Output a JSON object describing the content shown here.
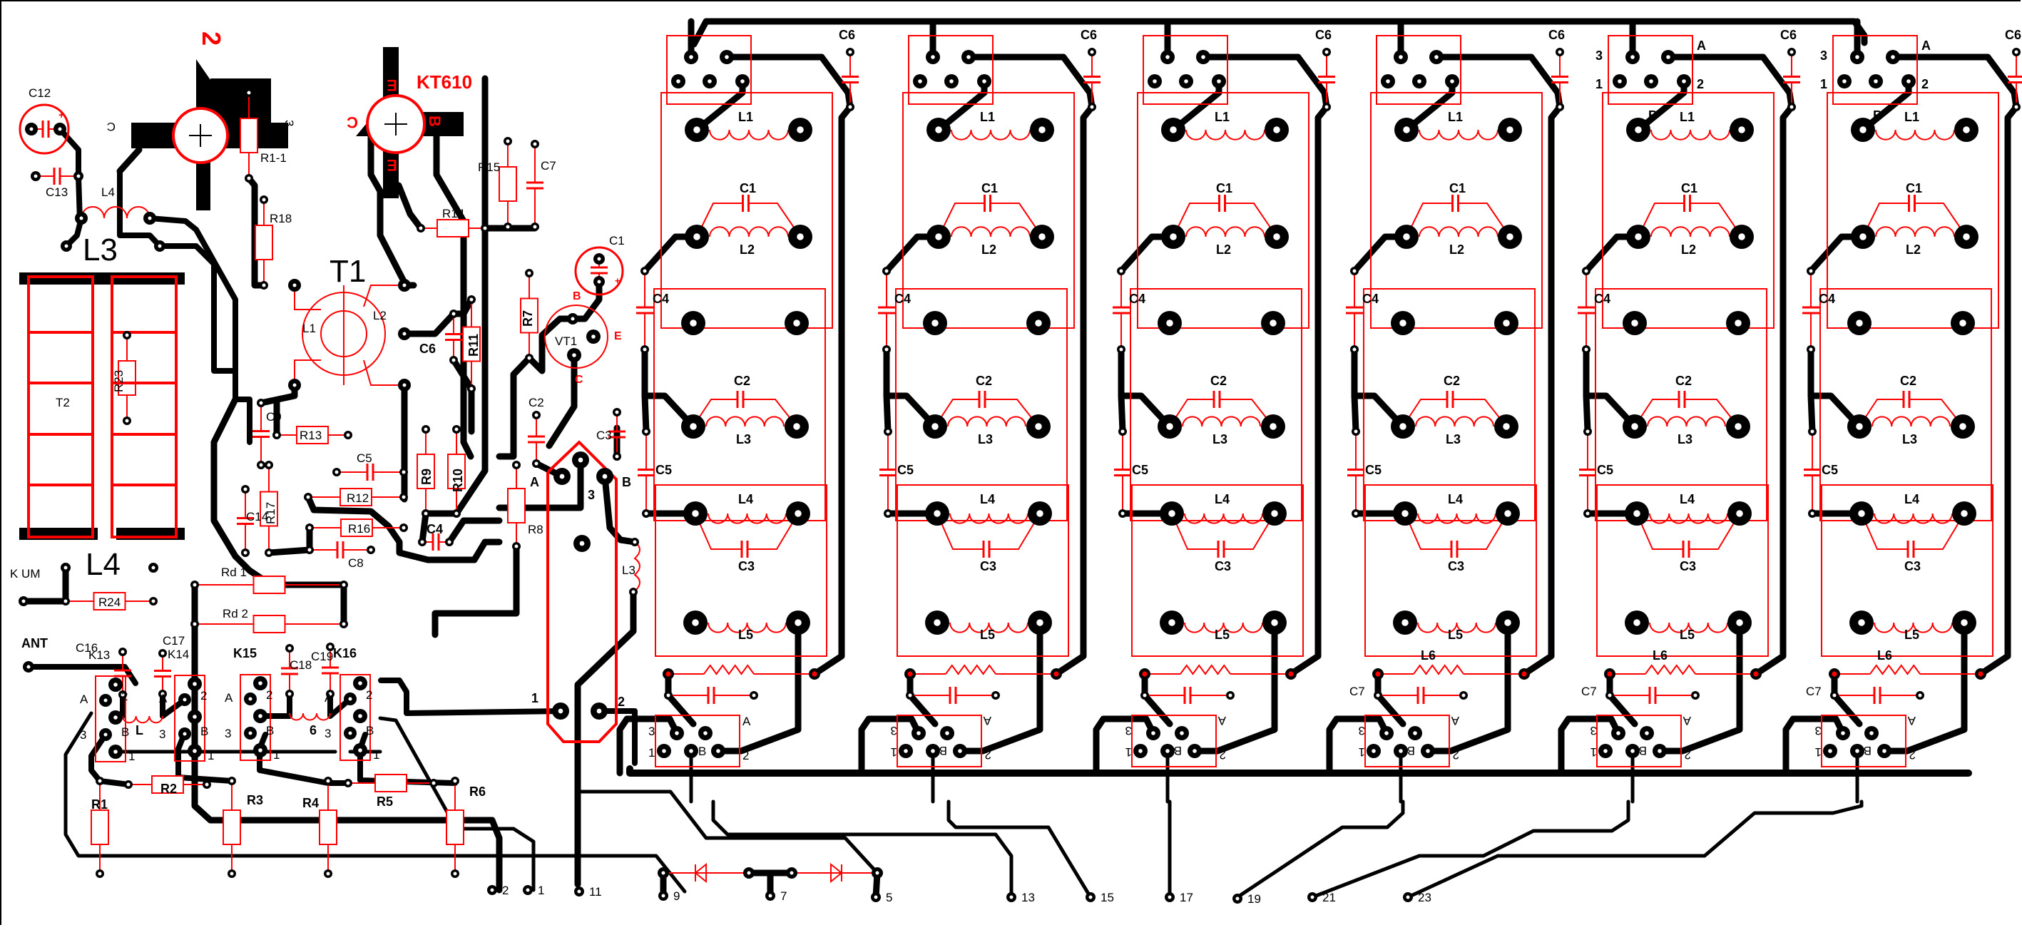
{
  "board": {
    "title_transistor": "KT610",
    "transistor_pins": {
      "collector": "C",
      "base": "B",
      "emitter": "E",
      "emitter2": "E"
    },
    "left_transistor_pins": {
      "c": "C",
      "num2": "2",
      "num3": "3"
    },
    "colors": {
      "copper": "#000000",
      "silk": "#ff0000",
      "background": "#ffffff"
    }
  },
  "left_section": {
    "labels": {
      "c12": "C12",
      "c13": "C13",
      "l4_small": "L4",
      "l3": "L3",
      "t2": "T2",
      "l4_big": "L4",
      "r1_1": "R1-1",
      "r18": "R18",
      "r14": "R14",
      "r15": "R15",
      "c7": "C7",
      "t1": "T1",
      "t1_l1": "L1",
      "t1_l2": "L2",
      "c6": "C6",
      "r11": "R11",
      "r23": "R23",
      "c9": "C9",
      "r13": "R13",
      "c5": "C5",
      "c14": "C14",
      "r17": "R17",
      "r12": "R12",
      "r16": "R16",
      "c8": "C8",
      "r9": "R9",
      "r10": "R10",
      "c4": "C4",
      "r7": "R7",
      "vt1": "VT1",
      "c1": "C1",
      "c2": "C2",
      "c3": "C3",
      "r8": "R8",
      "l3_coil": "L3",
      "kum": "K UM",
      "r24": "R24",
      "rd1": "Rd 1",
      "rd2": "Rd 2",
      "ant": "ANT",
      "c16": "C16",
      "c17": "C17",
      "k13": "K13",
      "k14": "K14",
      "k15": "K15",
      "k16": "K16",
      "c18": "C18",
      "c19": "C19",
      "l": "L",
      "six": "6",
      "r1": "R1",
      "r2": "R2",
      "r3": "R3",
      "r4": "R4",
      "r5": "R5",
      "r6": "R6",
      "vt1_b": "B",
      "vt1_e": "E",
      "vt1_c": "C",
      "plus": "+",
      "sw_a": "A",
      "sw_b": "B",
      "sw_3": "3",
      "sw_1": "1",
      "sw_2": "2"
    },
    "relay_pins": {
      "a": "A",
      "b": "B",
      "p1": "1",
      "p2": "2",
      "p3": "3"
    }
  },
  "band_modules": [
    {
      "id": 1,
      "c6": "C6",
      "top_pins": null,
      "l6": "",
      "c7": "",
      "mirrored": false
    },
    {
      "id": 2,
      "c6": "C6",
      "top_pins": null,
      "l6": "",
      "c7": "",
      "mirrored": true
    },
    {
      "id": 3,
      "c6": "C6",
      "top_pins": null,
      "l6": "",
      "c7": "",
      "mirrored": true
    },
    {
      "id": 4,
      "c6": "C6",
      "top_pins": null,
      "l6": "L6",
      "c7": "C7",
      "mirrored": true
    },
    {
      "id": 5,
      "c6": "C6",
      "top_pins": {
        "p3": "3",
        "p1": "1",
        "a": "A",
        "p2": "2",
        "b": "B"
      },
      "l6": "L6",
      "c7": "C7",
      "mirrored": true
    },
    {
      "id": 6,
      "c6": "C6",
      "top_pins": {
        "p3": "3",
        "p1": "1",
        "a": "A",
        "p2": "2",
        "b": "B"
      },
      "l6": "L6",
      "c7": "C7",
      "mirrored": true
    }
  ],
  "module_labels": {
    "l1": "L1",
    "l2": "L2",
    "l3": "L3",
    "l4": "L4",
    "l5": "L5",
    "c1": "C1",
    "c2": "C2",
    "c3": "C3",
    "c4": "C4",
    "c5": "C5",
    "bottom_relay": {
      "p3": "3",
      "p1": "1",
      "a": "A",
      "b": "B",
      "p2": "2"
    }
  },
  "connectors": [
    {
      "label": "2"
    },
    {
      "label": "1"
    },
    {
      "label": "11"
    },
    {
      "label": "9"
    },
    {
      "label": "7"
    },
    {
      "label": "5"
    },
    {
      "label": "13"
    },
    {
      "label": "15"
    },
    {
      "label": "17"
    },
    {
      "label": "19"
    },
    {
      "label": "21"
    },
    {
      "label": "23"
    }
  ]
}
